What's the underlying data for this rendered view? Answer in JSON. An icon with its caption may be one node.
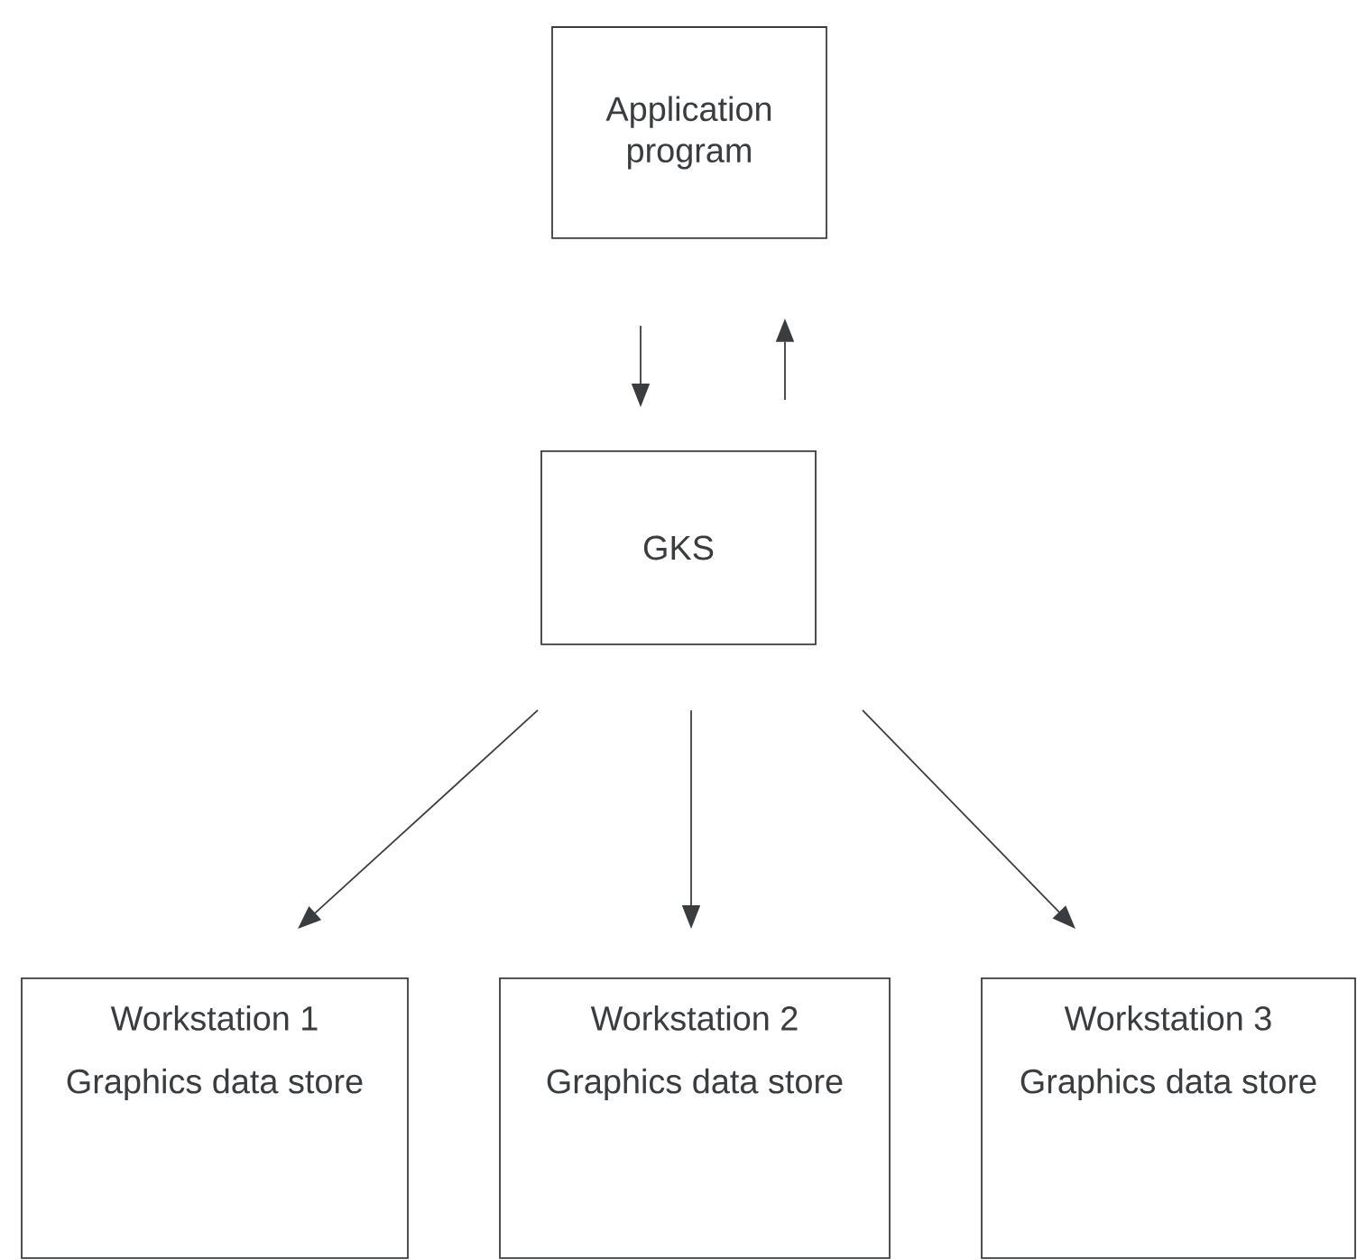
{
  "diagram": {
    "nodes": [
      {
        "text": [
          "Application program"
        ]
      },
      {
        "text": [
          "GKS"
        ]
      },
      {
        "text": [
          "Workstation 1",
          "Graphics data store"
        ]
      },
      {
        "text": [
          "Workstation 2",
          "Graphics data store"
        ]
      },
      {
        "text": [
          "Workstation 3",
          "Graphics data store"
        ]
      }
    ],
    "edges": [
      {
        "from": 0,
        "to": 1,
        "arrow": "to"
      },
      {
        "from": 1,
        "to": 0,
        "arrow": "to"
      },
      {
        "from": 1,
        "to": 2,
        "arrow": "to"
      },
      {
        "from": 1,
        "to": 3,
        "arrow": "to"
      },
      {
        "from": 1,
        "to": 4,
        "arrow": "to"
      }
    ]
  }
}
